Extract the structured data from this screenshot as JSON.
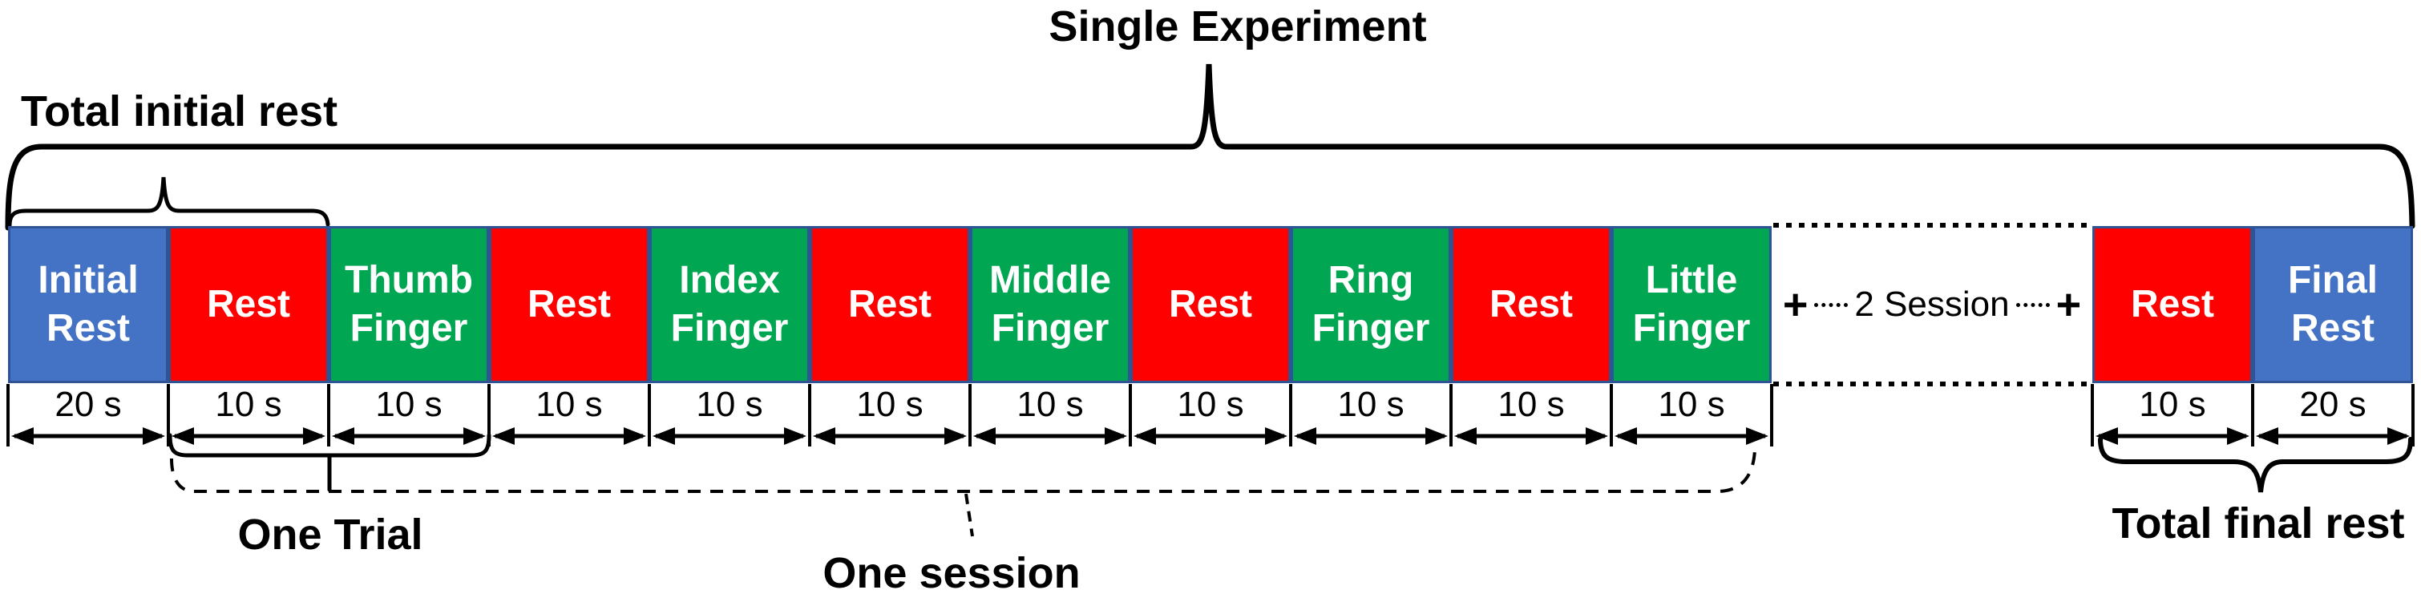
{
  "titles": {
    "single_experiment": "Single Experiment",
    "total_initial_rest": "Total initial rest",
    "one_trial": "One Trial",
    "one_session": "One session",
    "total_final_rest": "Total final rest"
  },
  "session_gap": {
    "left_plus": "+",
    "label": "2 Session",
    "right_plus": "+"
  },
  "colors": {
    "rest_endpoints_blue": "#4472C4",
    "rest_red": "#FE0000",
    "finger_green": "#00A651",
    "block_border": "#2F5496",
    "line_black": "#000000"
  },
  "timeline": {
    "main_segments": [
      {
        "label": "Initial\nRest",
        "color": "#4472C4",
        "duration": "20 s"
      },
      {
        "label": "Rest",
        "color": "#FE0000",
        "duration": "10 s"
      },
      {
        "label": "Thumb\nFinger",
        "color": "#00A651",
        "duration": "10 s"
      },
      {
        "label": "Rest",
        "color": "#FE0000",
        "duration": "10 s"
      },
      {
        "label": "Index\nFinger",
        "color": "#00A651",
        "duration": "10 s"
      },
      {
        "label": "Rest",
        "color": "#FE0000",
        "duration": "10 s"
      },
      {
        "label": "Middle\nFinger",
        "color": "#00A651",
        "duration": "10 s"
      },
      {
        "label": "Rest",
        "color": "#FE0000",
        "duration": "10 s"
      },
      {
        "label": "Ring\nFinger",
        "color": "#00A651",
        "duration": "10 s"
      },
      {
        "label": "Rest",
        "color": "#FE0000",
        "duration": "10 s"
      },
      {
        "label": "Little\nFinger",
        "color": "#00A651",
        "duration": "10 s"
      }
    ],
    "final_segments": [
      {
        "label": "Rest",
        "color": "#FE0000",
        "duration": "10 s"
      },
      {
        "label": "Final\nRest",
        "color": "#4472C4",
        "duration": "20 s"
      }
    ]
  }
}
